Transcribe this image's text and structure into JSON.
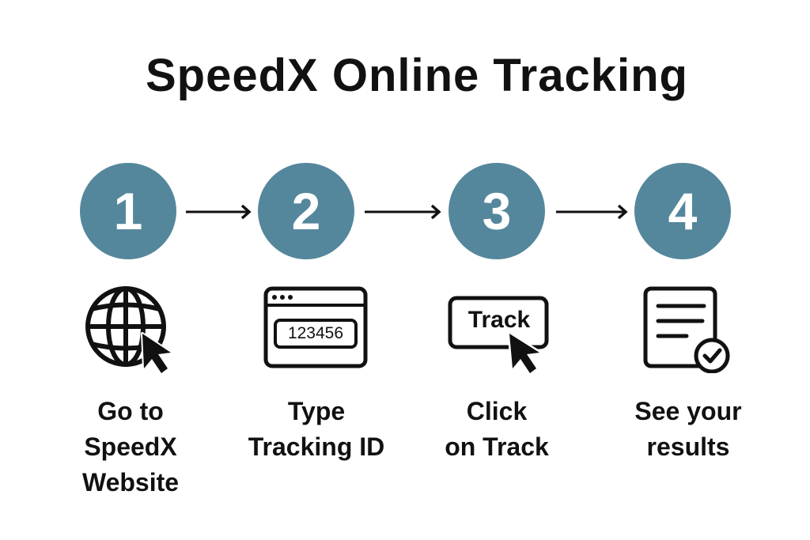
{
  "title": "SpeedX Online Tracking",
  "colors": {
    "circle": "#54879c",
    "ink": "#111111",
    "background": "#ffffff"
  },
  "steps": [
    {
      "number": "1",
      "icon": "globe-cursor-icon",
      "label_lines": [
        "Go to",
        "SpeedX",
        "Website"
      ]
    },
    {
      "number": "2",
      "icon": "browser-input-icon",
      "icon_text": "123456",
      "label_lines": [
        "Type",
        "Tracking ID"
      ]
    },
    {
      "number": "3",
      "icon": "track-button-cursor-icon",
      "icon_text": "Track",
      "label_lines": [
        "Click",
        "on Track"
      ]
    },
    {
      "number": "4",
      "icon": "document-check-icon",
      "label_lines": [
        "See your",
        "results"
      ]
    }
  ]
}
